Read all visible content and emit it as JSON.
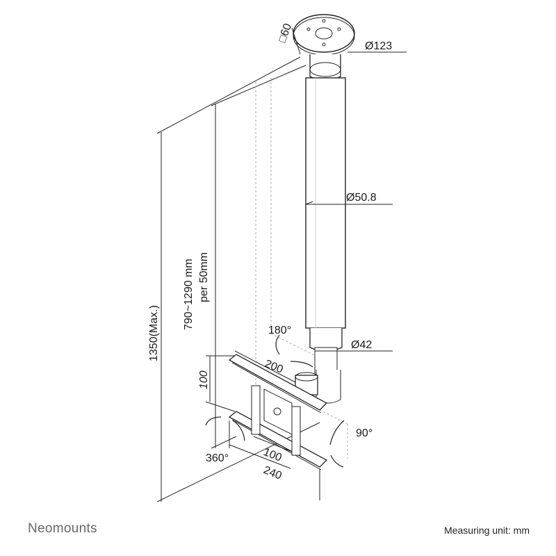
{
  "diagram": {
    "dimensions": {
      "plate_square": "□60",
      "plate_diameter": "Ø123",
      "pole_diameter": "Ø50.8",
      "lower_pole_diameter": "Ø42",
      "swivel_top": "180°",
      "bracket_width": "200",
      "bracket_height": "100",
      "rotation": "360°",
      "vesa_inner": "100",
      "bracket_total": "240",
      "tilt": "90°",
      "max_height": "1350(Max.)",
      "height_range": "790~1290 mm",
      "height_step": "per 50mm"
    }
  },
  "footer": {
    "brand": "Neomounts",
    "unit_label": "Measuring unit: mm"
  }
}
